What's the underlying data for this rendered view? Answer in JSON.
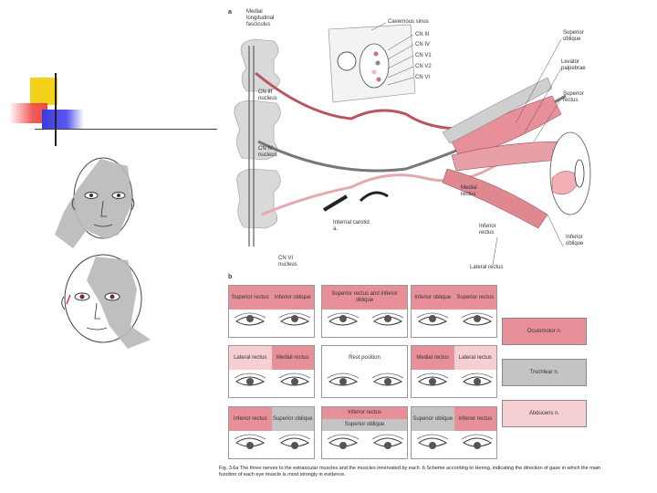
{
  "panel_a": {
    "label": "a",
    "labels": {
      "mlf": "Medial longitudinal fasciculus",
      "cn3_nucleus": "CN III nucleus",
      "cn4_nucleus": "CN IV nucleus",
      "cn6_nucleus": "CN VI nucleus",
      "cavernous_sinus": "Cavernous sinus",
      "cn3": "CN III",
      "cn4": "CN IV",
      "cn5_1": "CN V1",
      "cn5_2": "CN V2",
      "cn6": "CN VI",
      "superior_oblique": "Superior oblique",
      "levator": "Levator palpebrae",
      "superior_rectus": "Superior rectus",
      "medial_rectus": "Medial rectus",
      "inferior_rectus": "Inferior rectus",
      "inferior_oblique": "Inferior oblique",
      "lateral_rectus": "Lateral rectus",
      "internal_carotid": "Internal carotid a."
    }
  },
  "panel_b": {
    "label": "b",
    "rows": [
      [
        {
          "left": "Superior rectus",
          "right": "Inferior oblique",
          "left_color": "pink",
          "right_color": "pink"
        },
        {
          "full": "Superior rectus and inferior oblique",
          "color": "pink"
        },
        {
          "left": "Inferior oblique",
          "right": "Superior rectus",
          "left_color": "pink",
          "right_color": "pink"
        }
      ],
      [
        {
          "left": "Lateral rectus",
          "right": "Medial rectus",
          "left_color": "lpink",
          "right_color": "pink"
        },
        {
          "full": "Rest position",
          "color": "white"
        },
        {
          "left": "Medial rectus",
          "right": "Lateral rectus",
          "left_color": "pink",
          "right_color": "lpink"
        }
      ],
      [
        {
          "left": "Inferior rectus",
          "right": "Superior oblique",
          "left_color": "pink",
          "right_color": "gray"
        },
        {
          "top": "Inferior rectus",
          "bottom": "Superior oblique",
          "top_color": "pink",
          "bottom_color": "gray"
        },
        {
          "left": "Superior oblique",
          "right": "Inferior rectus",
          "left_color": "gray",
          "right_color": "pink"
        }
      ]
    ],
    "legend": [
      {
        "label": "Oculomotor n.",
        "color": "#e8909a"
      },
      {
        "label": "Trochlear n.",
        "color": "#c4c4c4"
      },
      {
        "label": "Abducens n.",
        "color": "#f6cfd2"
      }
    ]
  },
  "caption": "Fig. 3.6a The three nerves to the extraocular muscles and the muscles innervated by each. b Scheme according to Hering, indicating the direction of gaze in which the main function of each eye muscle is most strongly in evidence."
}
